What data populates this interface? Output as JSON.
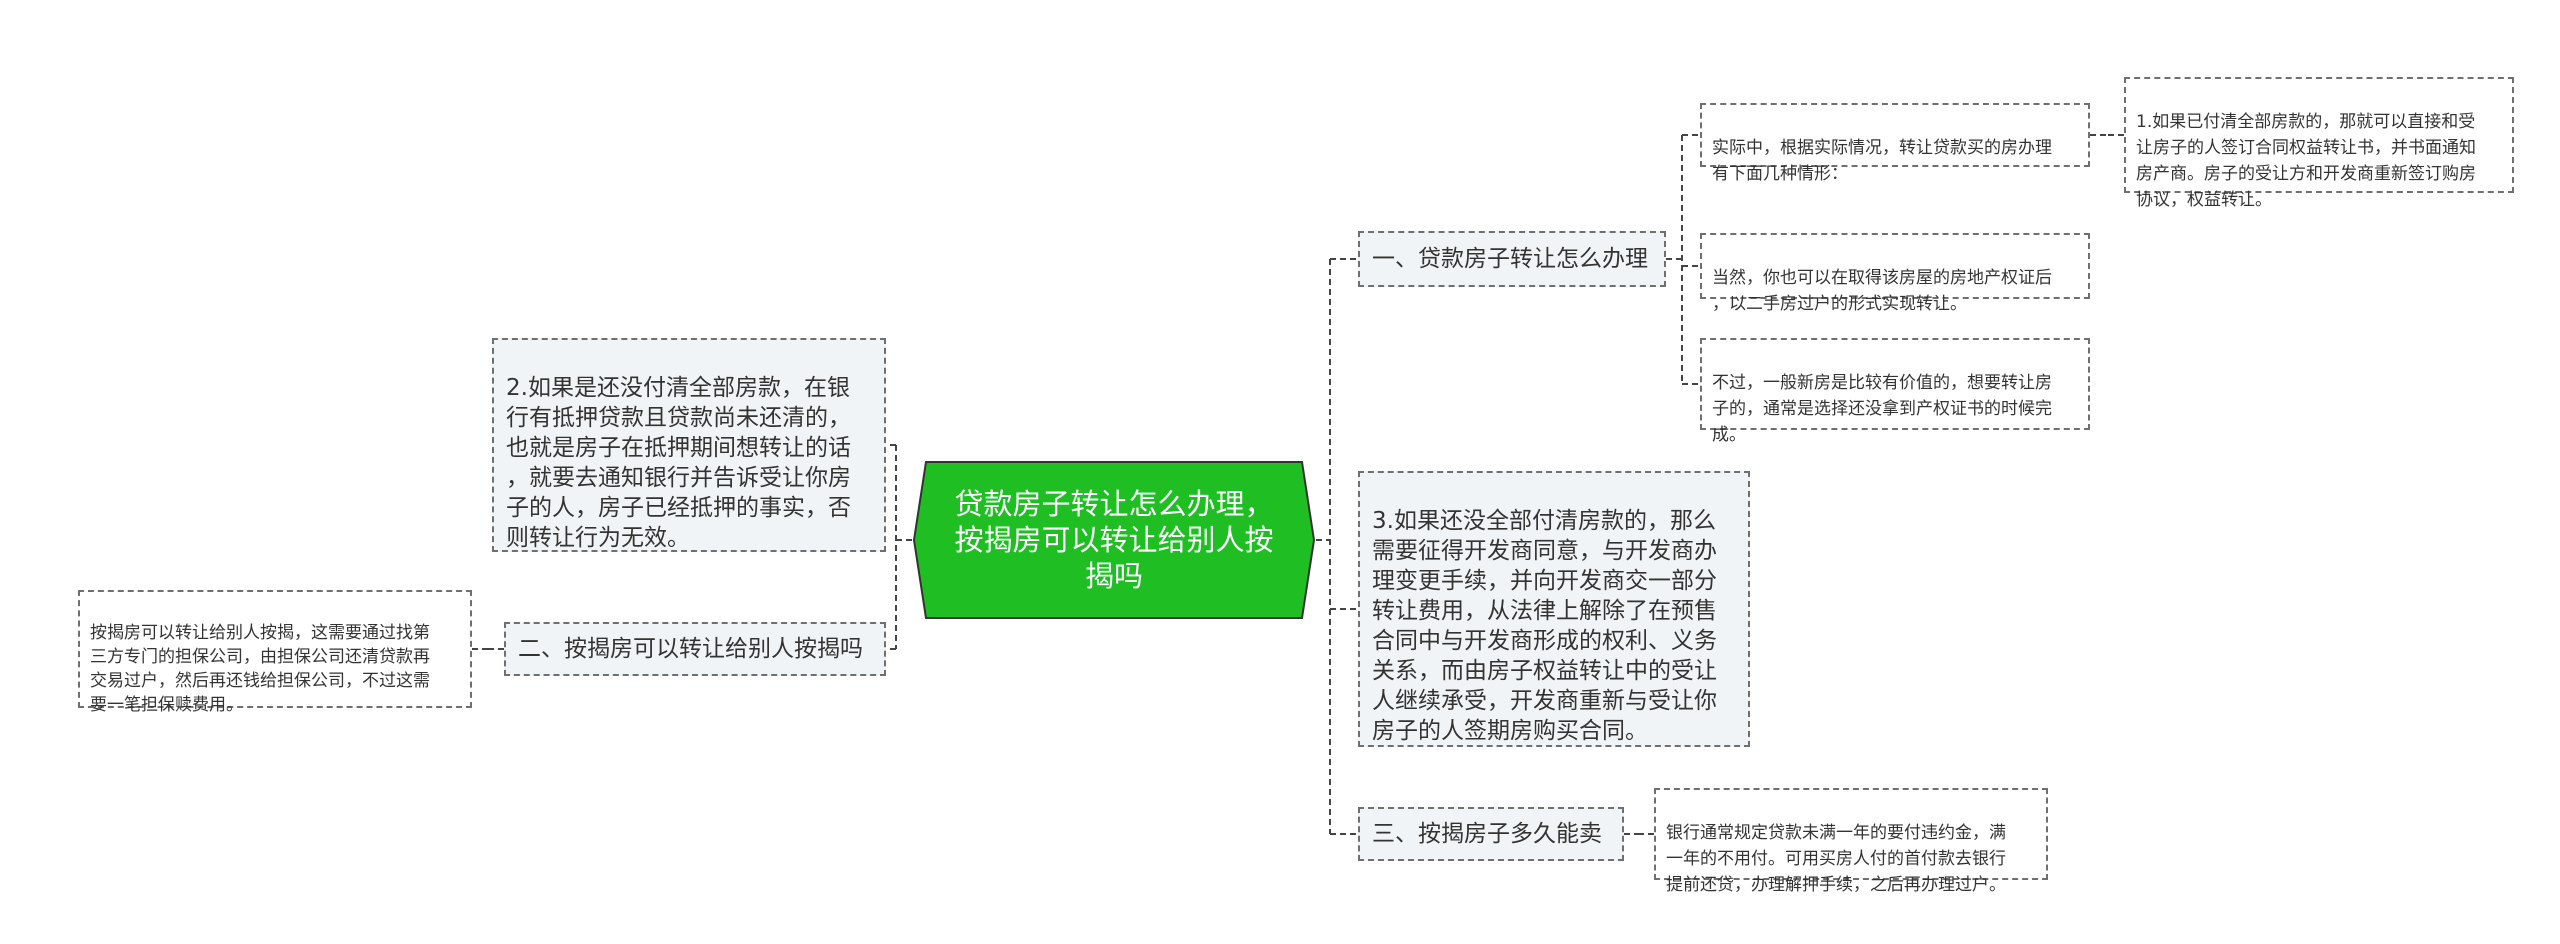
{
  "colors": {
    "root_fill": "#1fbf24",
    "root_border": "#333333",
    "branch_fill": "#f1f4f6",
    "leaf_fill": "#ffffff",
    "line": "#444444",
    "node_border": "#6f6f6f"
  },
  "mindmap": {
    "root": "贷款房子转让怎么办理，\n按揭房可以转让给别人按\n揭吗",
    "right_branches": [
      {
        "label": "一、贷款房子转让怎么办理",
        "children": [
          {
            "label": "实际中，根据实际情况，转让贷款买的房办理\n有下面几种情形：",
            "children": [
              {
                "label": "1.如果已付清全部房款的，那就可以直接和受\n让房子的人签订合同权益转让书，并书面通知\n房产商。房子的受让方和开发商重新签订购房\n协议，权益转让。"
              }
            ]
          },
          {
            "label": "当然，你也可以在取得该房屋的房地产权证后\n，以二手房过户的形式实现转让。"
          },
          {
            "label": "不过，一般新房是比较有价值的，想要转让房\n子的，通常是选择还没拿到产权证书的时候完\n成。"
          }
        ]
      },
      {
        "label": "3.如果还没全部付清房款的，那么\n需要征得开发商同意，与开发商办\n理变更手续，并向开发商交一部分\n转让费用，从法律上解除了在预售\n合同中与开发商形成的权利、义务\n关系，而由房子权益转让中的受让\n人继续承受，开发商重新与受让你\n房子的人签期房购买合同。"
      },
      {
        "label": "三、按揭房子多久能卖",
        "children": [
          {
            "label": "银行通常规定贷款未满一年的要付违约金，满\n一年的不用付。可用买房人付的首付款去银行\n提前还贷，办理解押手续，之后再办理过户。"
          }
        ]
      }
    ],
    "left_branches": [
      {
        "label": "2.如果是还没付清全部房款，在银\n行有抵押贷款且贷款尚未还清的，\n也就是房子在抵押期间想转让的话\n，就要去通知银行并告诉受让你房\n子的人，房子已经抵押的事实，否\n则转让行为无效。"
      },
      {
        "label": "二、按揭房可以转让给别人按揭吗",
        "children": [
          {
            "label": "按揭房可以转让给别人按揭，这需要通过找第\n三方专门的担保公司，由担保公司还清贷款再\n交易过户，然后再还钱给担保公司，不过这需\n要一笔担保赎费用。"
          }
        ]
      }
    ]
  }
}
